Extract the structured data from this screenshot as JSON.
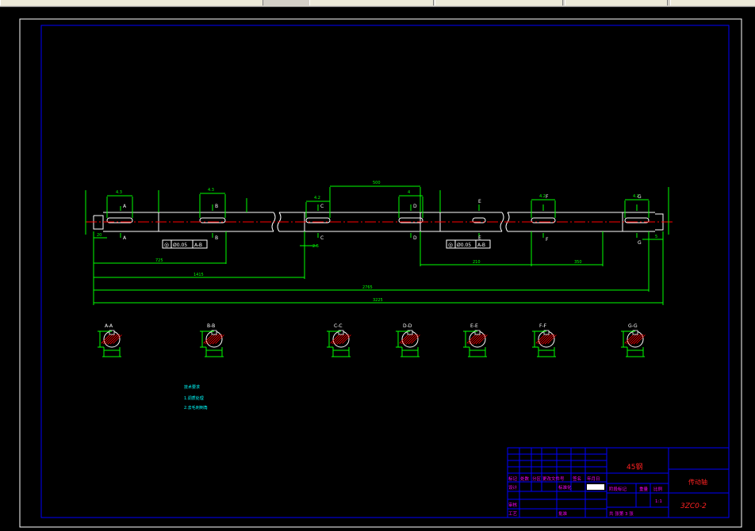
{
  "window": {
    "toolbar_tabs": [
      "",
      "",
      "",
      "",
      ""
    ]
  },
  "drawing": {
    "colors": {
      "background": "#000000",
      "frame": "#0000ff",
      "outline": "#ffffff",
      "dimension": "#00ff00",
      "centerline": "#ff0000",
      "title_frame": "#0000ff",
      "title_text": "#ff00ff",
      "title_red": "#ff2222",
      "notes": "#00ffff"
    },
    "dimensions": {
      "left_end": "20",
      "key1_width": "4.3",
      "key2_width": "4.3",
      "key3_width": "4.2",
      "span_500": "500",
      "key4_width": "4",
      "key6_width": "4.2",
      "key7_width": "4.2",
      "d725": "725",
      "d1415": "1415",
      "d2_5": "2.5",
      "d210": "210",
      "d350": "350",
      "d2765": "2765",
      "d3225": "3225",
      "right_end": "5"
    },
    "tolerance_frames": [
      {
        "symbol": "◎",
        "value": "Ø0.05",
        "datum": "A-B"
      },
      {
        "symbol": "◎",
        "value": "Ø0.05",
        "datum": "A-B"
      }
    ],
    "section_labels": {
      "a": "A-A",
      "b": "B-B",
      "c": "C-C",
      "d": "D-D",
      "e": "E-E",
      "f": "F-F",
      "g": "G-G"
    },
    "section_marks": {
      "a1": "A",
      "a2": "A",
      "b1": "B",
      "b2": "B",
      "c1": "C",
      "c2": "C",
      "d1": "D",
      "d2": "D",
      "e1": "E",
      "e2": "E",
      "f1": "F",
      "f2": "F",
      "g1": "G",
      "g2": "G"
    },
    "notes": [
      "技术要求",
      "1.调质处理",
      "2.去毛刺倒角"
    ],
    "title_block": {
      "material": "45钢",
      "part_name": "传动轴",
      "drawing_no": "3ZC0-2",
      "hdr_mark": "标记",
      "hdr_count": "处数",
      "hdr_zone": "分区",
      "hdr_doc": "更改文件号",
      "hdr_sign": "签名",
      "hdr_date": "年月日",
      "design": "设计",
      "standard": "标准化",
      "stage_mark": "阶段标记",
      "weight": "重量",
      "scale": "比例",
      "scale_value": "1:1",
      "review": "审核",
      "process": "工艺",
      "approve": "批准",
      "sheets": "共  张第 3 张"
    }
  }
}
